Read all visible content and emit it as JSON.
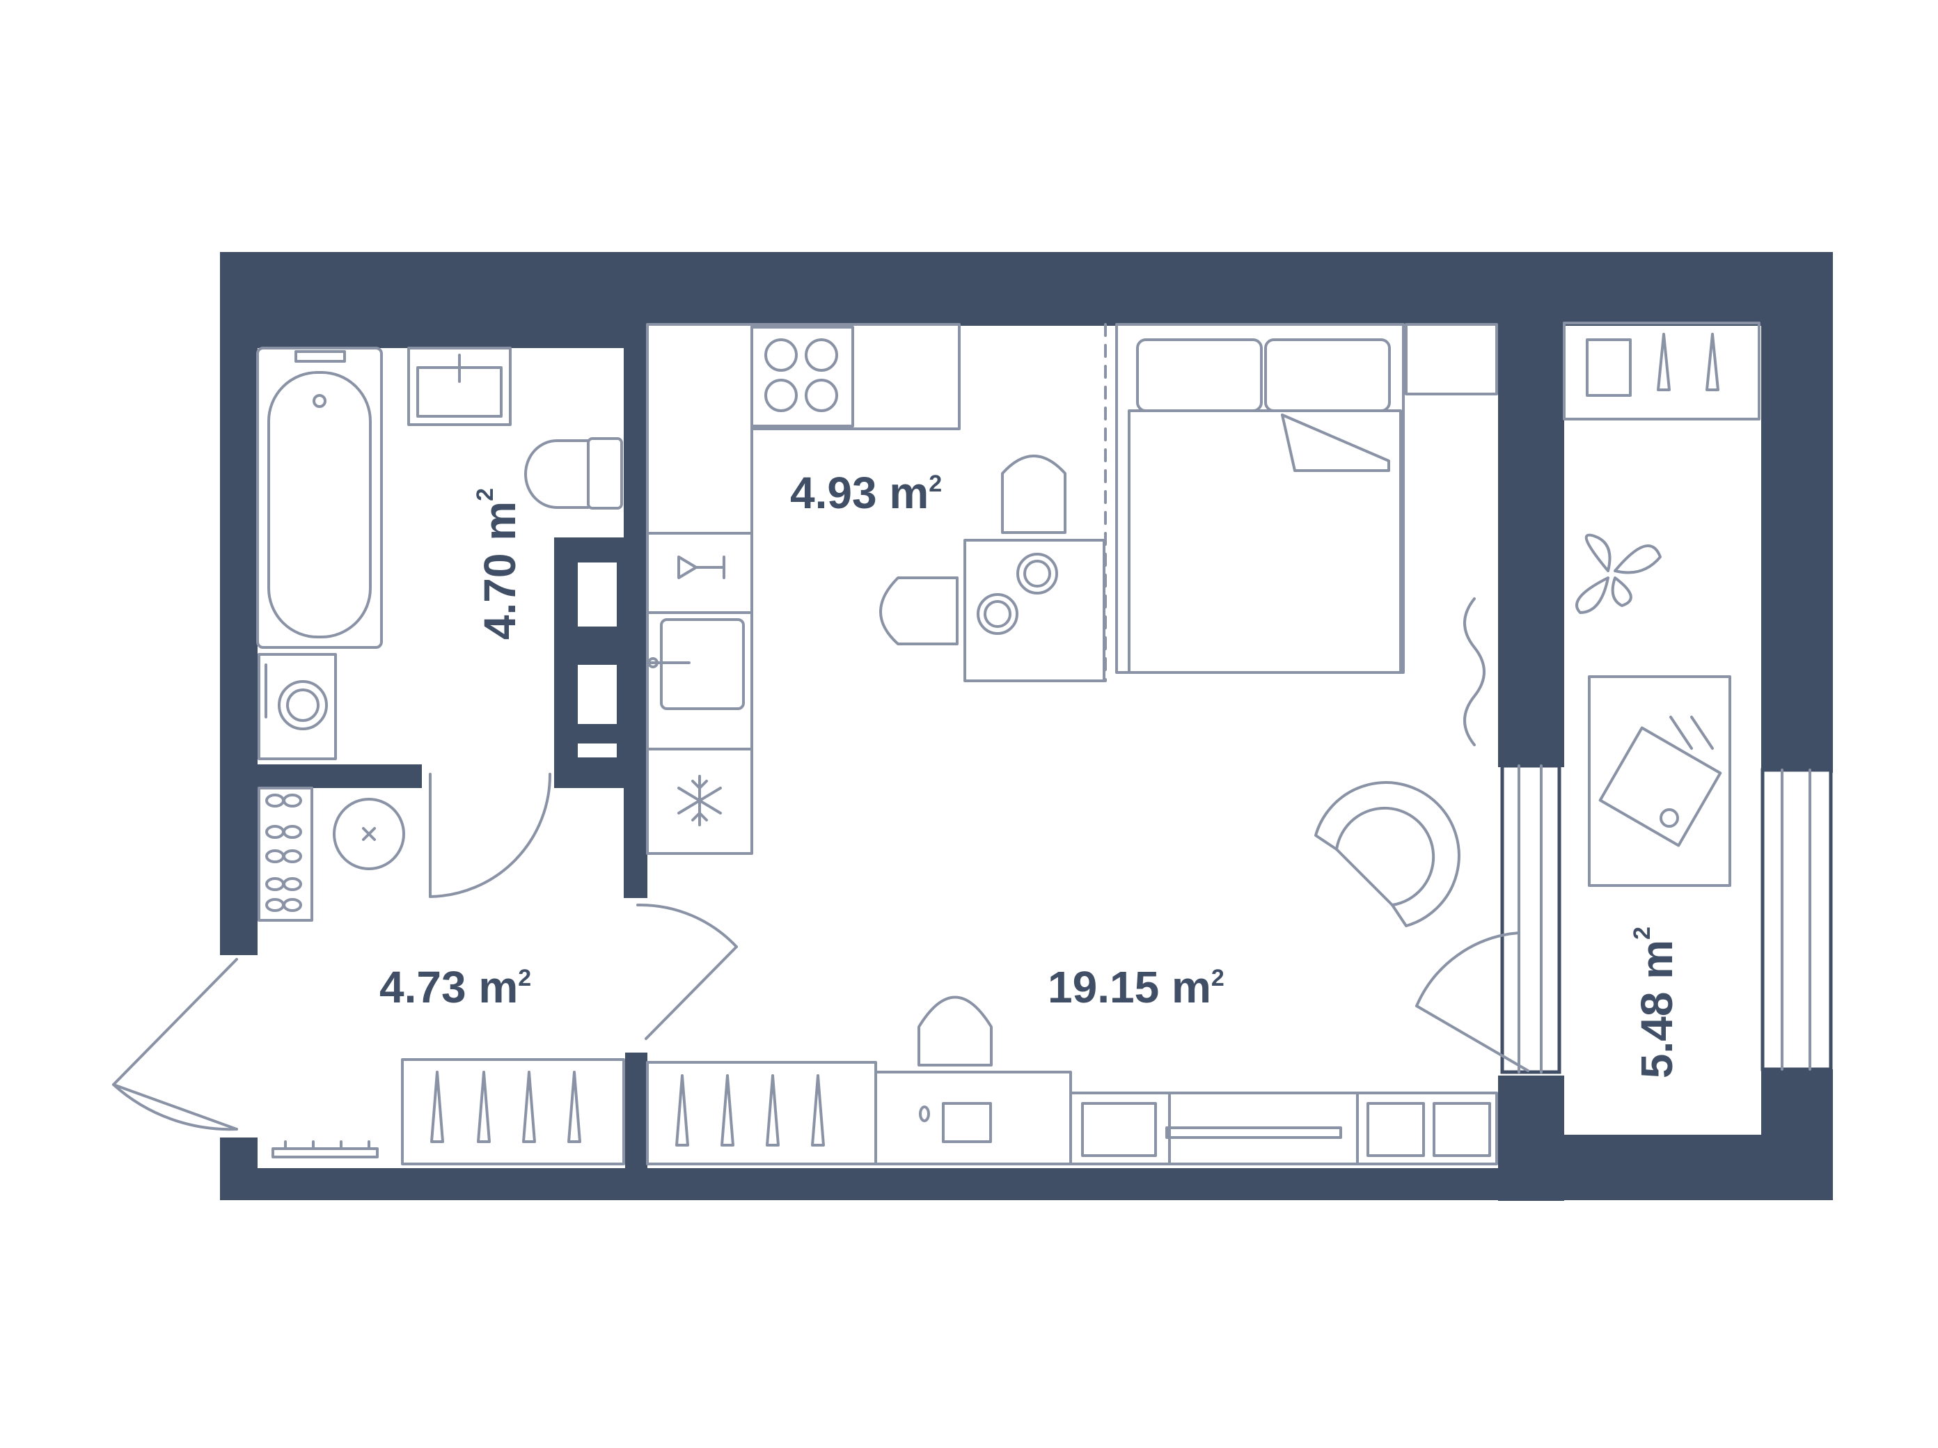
{
  "colors": {
    "wall": "#404f66",
    "furniture": "#8a93a5",
    "background": "#ffffff"
  },
  "rooms": {
    "bathroom": {
      "area": "4.70 m",
      "sup": "2"
    },
    "hallway": {
      "area": "4.73 m",
      "sup": "2"
    },
    "kitchen": {
      "area": "4.93 m",
      "sup": "2"
    },
    "living_room": {
      "area": "19.15 m",
      "sup": "2"
    },
    "balcony": {
      "area": "5.48 m",
      "sup": "2"
    }
  }
}
